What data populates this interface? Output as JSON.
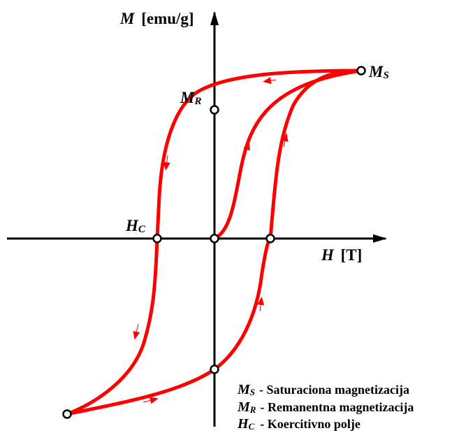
{
  "axes": {
    "y_label_symbol": "M",
    "y_label_unit": "[emu/g]",
    "x_label_symbol": "H",
    "x_label_unit": "[T]"
  },
  "points": {
    "saturation": {
      "symbol": "M",
      "subscript": "S"
    },
    "remanence": {
      "symbol": "M",
      "subscript": "R"
    },
    "coercivity": {
      "symbol": "H",
      "subscript": "C"
    }
  },
  "legend": [
    {
      "symbol": "M",
      "subscript": "S",
      "text": "- Saturaciona magnetizacija"
    },
    {
      "symbol": "M",
      "subscript": "R",
      "text": "- Remanentna magnetizacija"
    },
    {
      "symbol": "H",
      "subscript": "C",
      "text": "- Koercitivno polje"
    }
  ],
  "colors": {
    "loop": "#ff0000",
    "axis": "#000000",
    "marker_fill": "#ffffff"
  }
}
